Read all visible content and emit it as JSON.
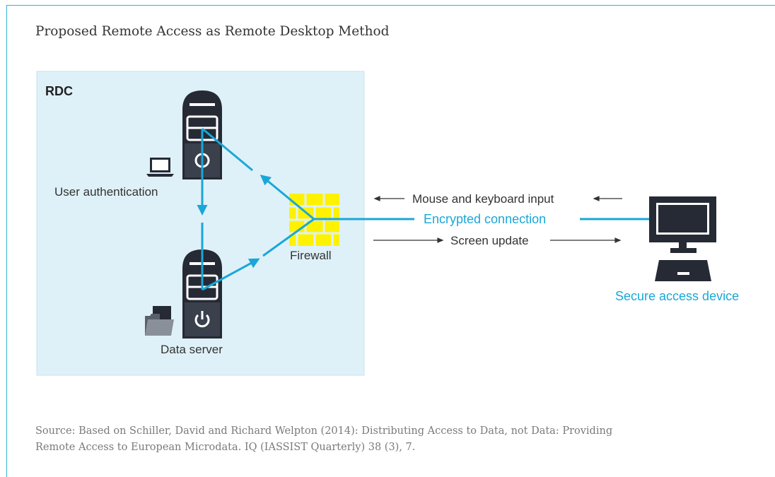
{
  "title": "Proposed Remote Access as Remote Desktop Method",
  "rdc_label": "RDC",
  "nodes": {
    "auth_server": "User authentication",
    "data_server": "Data server",
    "firewall": "Firewall",
    "device": "Secure access device"
  },
  "connection": {
    "input": "Mouse and keyboard input",
    "encrypted": "Encrypted connection",
    "screen": "Screen update"
  },
  "source_line1": "Source: Based on Schiller, David and Richard Welpton (2014): Distributing Access to Data, not Data: Providing",
  "source_line2": "Remote Access to European Microdata. IQ (IASSIST Quarterly) 38 (3), 7.",
  "colors": {
    "accent": "#1aa7d8",
    "rdc_box": "#dff1f8",
    "firewall": "#fff200",
    "server": "#252a35",
    "text": "#333333"
  },
  "icons": [
    "server-icon",
    "laptop-icon",
    "folder-icon",
    "firewall-icon",
    "monitor-icon"
  ]
}
